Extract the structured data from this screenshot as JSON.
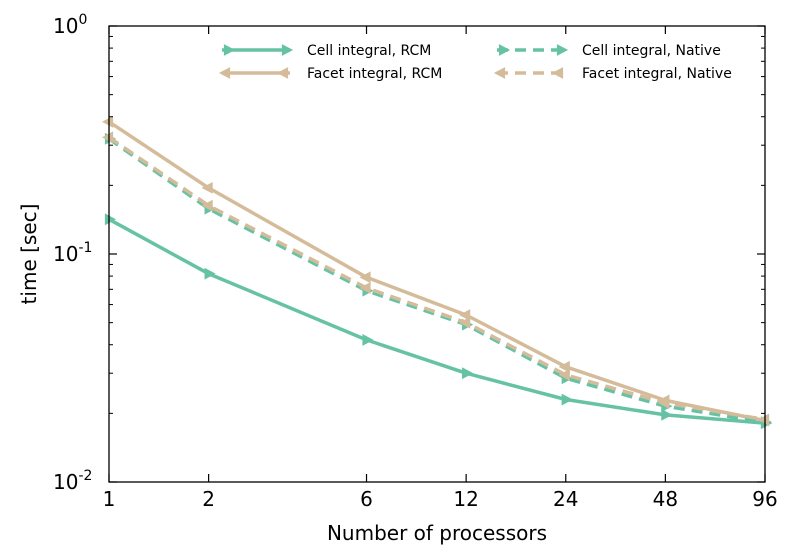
{
  "chart_data": {
    "type": "line",
    "xlabel": "Number of processors",
    "ylabel": "time [sec]",
    "xscale": "log2",
    "yscale": "log10",
    "ylim": [
      0.01,
      1
    ],
    "x_ticks": [
      1,
      2,
      6,
      12,
      24,
      48,
      96
    ],
    "x_tick_labels": [
      "1",
      "2",
      "6",
      "12",
      "24",
      "48",
      "96"
    ],
    "y_ticks": [
      {
        "value": 0.01,
        "base": "10",
        "exp": "-2"
      },
      {
        "value": 0.1,
        "base": "10",
        "exp": "-1"
      },
      {
        "value": 1,
        "base": "10",
        "exp": "0"
      }
    ],
    "grid": false,
    "legend_position": "top",
    "x": [
      1,
      2,
      6,
      12,
      24,
      48,
      96
    ],
    "series": [
      {
        "name": "Cell integral, RCM",
        "color": "#66c2a5",
        "dash": false,
        "marker": "triangle-right",
        "values": [
          0.142,
          0.082,
          0.042,
          0.03,
          0.023,
          0.0197,
          0.0181
        ]
      },
      {
        "name": "Facet integral, RCM",
        "color": "#d4bc9a",
        "dash": false,
        "marker": "triangle-left",
        "values": [
          0.38,
          0.195,
          0.079,
          0.054,
          0.032,
          0.0228,
          0.0186
        ]
      },
      {
        "name": "Cell integral, Native",
        "color": "#66c2a5",
        "dash": true,
        "marker": "triangle-right",
        "values": [
          0.32,
          0.158,
          0.069,
          0.049,
          0.0285,
          0.0215,
          0.0183
        ]
      },
      {
        "name": "Facet integral, Native",
        "color": "#d4bc9a",
        "dash": true,
        "marker": "triangle-left",
        "values": [
          0.325,
          0.163,
          0.071,
          0.05,
          0.0295,
          0.0222,
          0.0188
        ]
      }
    ]
  }
}
